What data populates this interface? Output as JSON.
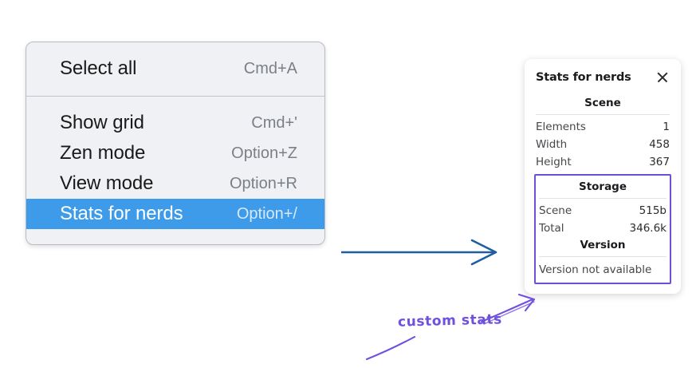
{
  "context_menu": {
    "name": "canvas-context-menu",
    "groups": [
      {
        "items": [
          {
            "label": "Select all",
            "shortcut": "Cmd+A",
            "selected": false
          }
        ]
      },
      {
        "items": [
          {
            "label": "Show grid",
            "shortcut": "Cmd+'",
            "selected": false
          },
          {
            "label": "Zen mode",
            "shortcut": "Option+Z",
            "selected": false
          },
          {
            "label": "View mode",
            "shortcut": "Option+R",
            "selected": false
          },
          {
            "label": "Stats for nerds",
            "shortcut": "Option+/",
            "selected": true
          }
        ]
      }
    ],
    "selected_bg": "#3d9be9",
    "background": "#f0f1f4",
    "border_color": "#b9bcc2"
  },
  "stats_panel": {
    "title": "Stats for nerds",
    "close_icon": "close-icon",
    "sections": {
      "scene": {
        "heading": "Scene",
        "rows": [
          {
            "key": "Elements",
            "value": "1"
          },
          {
            "key": "Width",
            "value": "458"
          },
          {
            "key": "Height",
            "value": "367"
          }
        ]
      },
      "storage": {
        "heading": "Storage",
        "rows": [
          {
            "key": "Scene",
            "value": "515b"
          },
          {
            "key": "Total",
            "value": "346.6k"
          }
        ]
      },
      "version": {
        "heading": "Version",
        "text": "Version not available"
      }
    },
    "highlight_color": "#6f4fd8"
  },
  "annotations": {
    "callout_text": "custom stats",
    "callout_color": "#7050dd",
    "arrow_color": "#1f5fa0"
  }
}
